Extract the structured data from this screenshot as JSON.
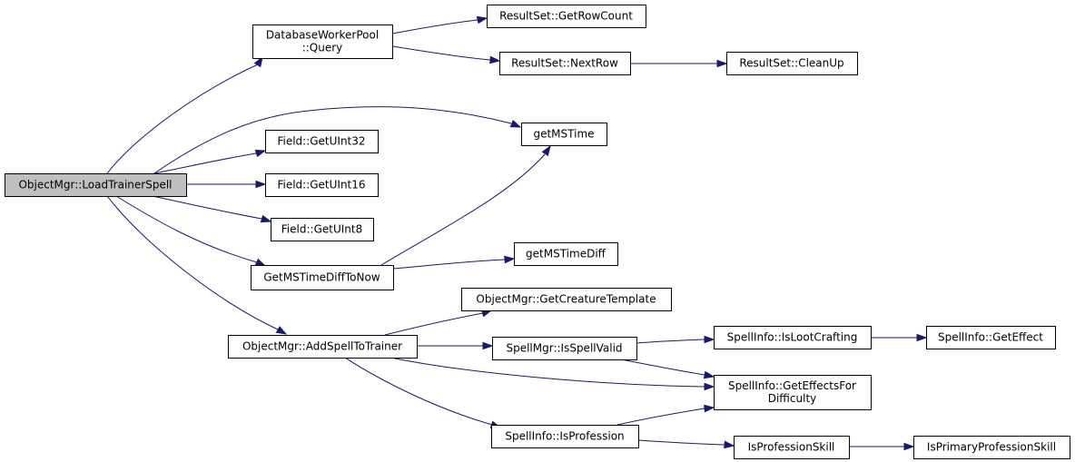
{
  "colors": {
    "edge": "#191970",
    "node_fill": "#ffffff",
    "root_fill": "#bfbfbf",
    "border": "#000000"
  },
  "nodes": [
    {
      "id": "load_trainer_spell",
      "lines": [
        "ObjectMgr::LoadTrainerSpell"
      ],
      "root": true
    },
    {
      "id": "db_query",
      "lines": [
        "DatabaseWorkerPool",
        "::Query"
      ]
    },
    {
      "id": "rs_get_row_count",
      "lines": [
        "ResultSet::GetRowCount"
      ]
    },
    {
      "id": "rs_next_row",
      "lines": [
        "ResultSet::NextRow"
      ]
    },
    {
      "id": "rs_clean_up",
      "lines": [
        "ResultSet::CleanUp"
      ]
    },
    {
      "id": "get_ms_time",
      "lines": [
        "getMSTime"
      ]
    },
    {
      "id": "field_get_uint32",
      "lines": [
        "Field::GetUInt32"
      ]
    },
    {
      "id": "field_get_uint16",
      "lines": [
        "Field::GetUInt16"
      ]
    },
    {
      "id": "field_get_uint8",
      "lines": [
        "Field::GetUInt8"
      ]
    },
    {
      "id": "get_ms_time_diff_to_now",
      "lines": [
        "GetMSTimeDiffToNow"
      ]
    },
    {
      "id": "get_ms_time_diff",
      "lines": [
        "getMSTimeDiff"
      ]
    },
    {
      "id": "get_creature_template",
      "lines": [
        "ObjectMgr::GetCreatureTemplate"
      ]
    },
    {
      "id": "add_spell_to_trainer",
      "lines": [
        "ObjectMgr::AddSpellToTrainer"
      ]
    },
    {
      "id": "is_spell_valid",
      "lines": [
        "SpellMgr::IsSpellValid"
      ]
    },
    {
      "id": "is_loot_crafting",
      "lines": [
        "SpellInfo::IsLootCrafting"
      ]
    },
    {
      "id": "get_effect",
      "lines": [
        "SpellInfo::GetEffect"
      ]
    },
    {
      "id": "get_effects_for_difficulty",
      "lines": [
        "SpellInfo::GetEffectsFor",
        "Difficulty"
      ]
    },
    {
      "id": "is_profession",
      "lines": [
        "SpellInfo::IsProfession"
      ]
    },
    {
      "id": "is_profession_skill",
      "lines": [
        "IsProfessionSkill"
      ]
    },
    {
      "id": "is_primary_profession_skill",
      "lines": [
        "IsPrimaryProfessionSkill"
      ]
    }
  ],
  "edges": [
    {
      "from": "load_trainer_spell",
      "to": "db_query"
    },
    {
      "from": "load_trainer_spell",
      "to": "get_ms_time"
    },
    {
      "from": "load_trainer_spell",
      "to": "field_get_uint32"
    },
    {
      "from": "load_trainer_spell",
      "to": "field_get_uint16"
    },
    {
      "from": "load_trainer_spell",
      "to": "field_get_uint8"
    },
    {
      "from": "load_trainer_spell",
      "to": "get_ms_time_diff_to_now"
    },
    {
      "from": "load_trainer_spell",
      "to": "add_spell_to_trainer"
    },
    {
      "from": "db_query",
      "to": "rs_get_row_count"
    },
    {
      "from": "db_query",
      "to": "rs_next_row"
    },
    {
      "from": "rs_next_row",
      "to": "rs_clean_up"
    },
    {
      "from": "get_ms_time_diff_to_now",
      "to": "get_ms_time"
    },
    {
      "from": "get_ms_time_diff_to_now",
      "to": "get_ms_time_diff"
    },
    {
      "from": "add_spell_to_trainer",
      "to": "get_creature_template"
    },
    {
      "from": "add_spell_to_trainer",
      "to": "is_spell_valid"
    },
    {
      "from": "add_spell_to_trainer",
      "to": "get_effects_for_difficulty"
    },
    {
      "from": "add_spell_to_trainer",
      "to": "is_profession"
    },
    {
      "from": "is_spell_valid",
      "to": "is_loot_crafting"
    },
    {
      "from": "is_spell_valid",
      "to": "get_effects_for_difficulty"
    },
    {
      "from": "is_loot_crafting",
      "to": "get_effect"
    },
    {
      "from": "is_profession",
      "to": "get_effects_for_difficulty"
    },
    {
      "from": "is_profession",
      "to": "is_profession_skill"
    },
    {
      "from": "is_profession_skill",
      "to": "is_primary_profession_skill"
    }
  ]
}
